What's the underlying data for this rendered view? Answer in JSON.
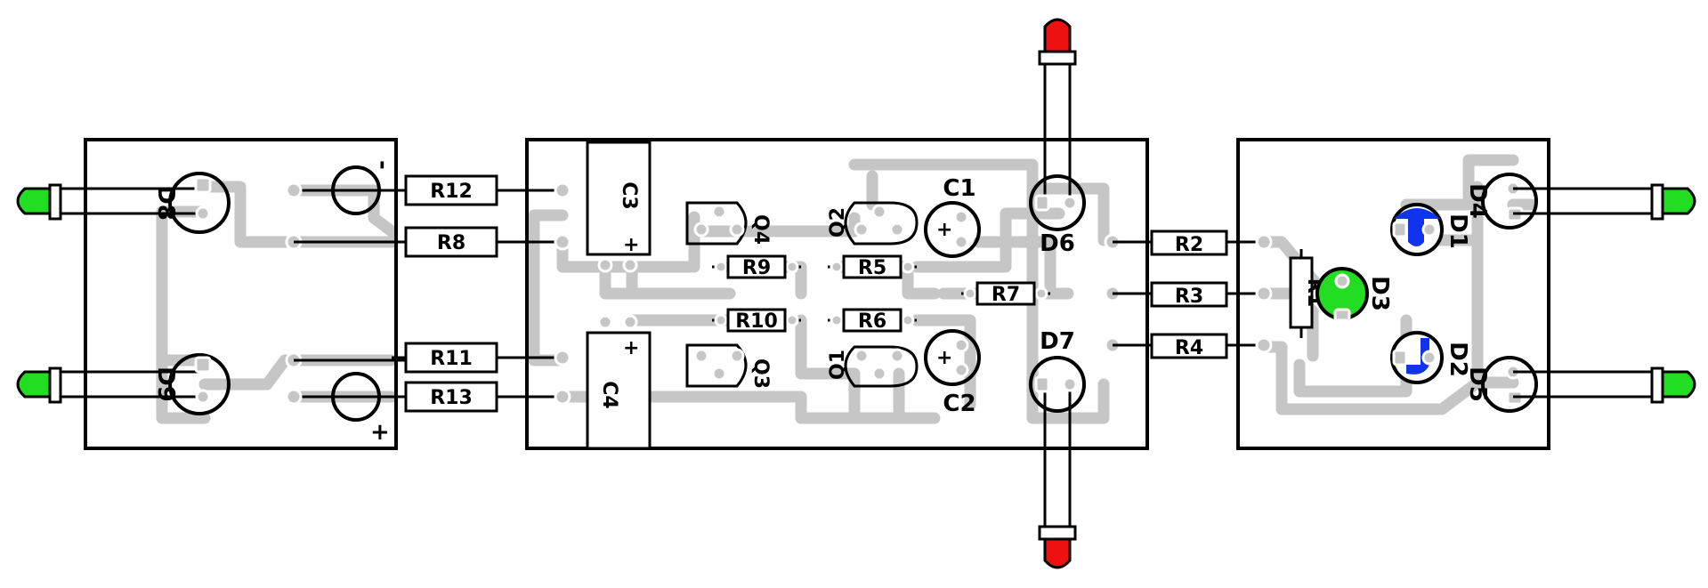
{
  "labels": {
    "R12": "R12",
    "R8": "R8",
    "R11": "R11",
    "R13": "R13",
    "R9": "R9",
    "R10": "R10",
    "R5": "R5",
    "R6": "R6",
    "R7": "R7",
    "R2": "R2",
    "R3": "R3",
    "R4": "R4",
    "R1": "R1",
    "C1": "C1",
    "C2": "C2",
    "C3": "C3",
    "C4": "C4",
    "D1": "D1",
    "D2": "D2",
    "D3": "D3",
    "D4": "D4",
    "D5": "D5",
    "D6": "D6",
    "D7": "D7",
    "D8": "D8",
    "D9": "D9",
    "Q1": "Q1",
    "Q2": "Q2",
    "Q3": "Q3",
    "Q4": "Q4",
    "plus": "+",
    "minus": "-"
  },
  "colors": {
    "trace": "#c6c6c6",
    "led_green": "#22dd22",
    "led_red": "#ee1111",
    "led_blue": "#1133ee"
  }
}
